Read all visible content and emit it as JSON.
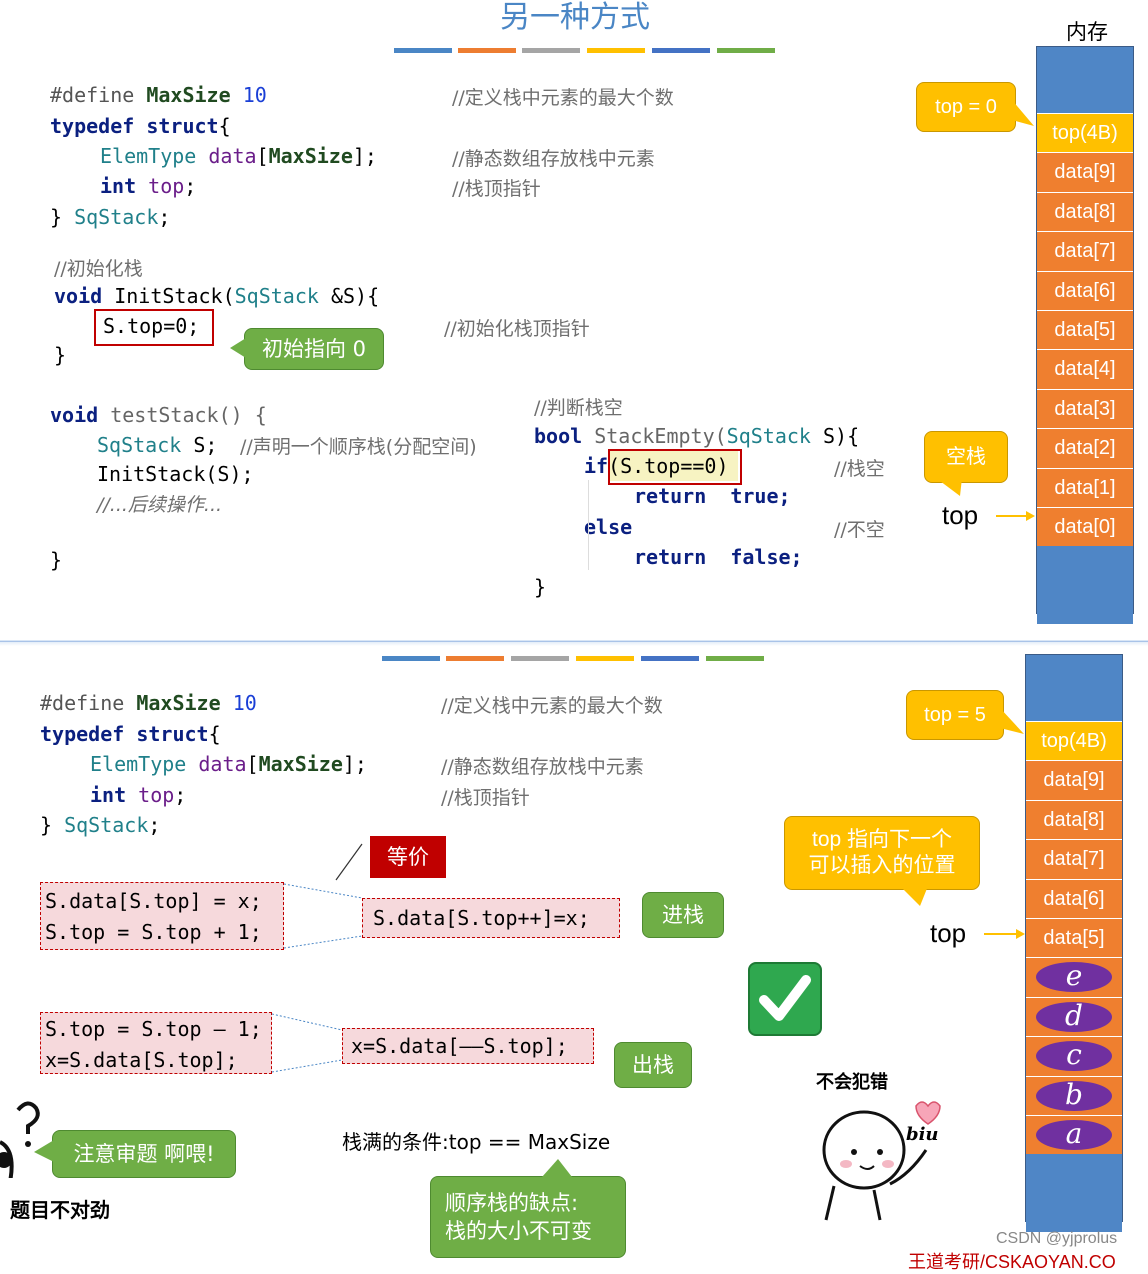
{
  "top_panel": {
    "title": "另一种方式",
    "memory_label": "内存",
    "code": {
      "define": "#define",
      "maxsize": "MaxSize",
      "ten": "10",
      "typedef": "typedef",
      "struct": "struct",
      "brace_open": "{",
      "elemtype": "ElemType",
      "data": "data",
      "bracket_open": "[",
      "bracket_close": "];",
      "int": "int",
      "top": "top",
      "semi": ";",
      "close_sqstack": "} ",
      "sqstack": "SqStack",
      "init_comment": "//初始化栈",
      "void": "void",
      "initstack_sig": " InitStack(",
      "initstack_param": " &S){",
      "stop0": "S.top=0;",
      "close1": "}",
      "test_sig": "testStack() {",
      "decl_s": "S;",
      "decl_comment": "//声明一个顺序栈(分配空间)",
      "initcall": "InitStack(S);",
      "later_ops": "//...后续操作...",
      "close2": "}",
      "judge_comment": "//判断栈空",
      "bool": "bool",
      "stackempty": "StackEmpty(",
      "param_s": " S){",
      "if": "if",
      "cond": "(S.top==0)",
      "return": "return",
      "true": "true;",
      "else": "else",
      "false": "false;",
      "close3": "}"
    },
    "comments": {
      "max_elements": "//定义栈中元素的最大个数",
      "static_array": "//静态数组存放栈中元素",
      "stack_top_ptr": "//栈顶指针",
      "init_top": "//初始化栈顶指针",
      "empty": "//栈空",
      "not_empty": "//不空"
    },
    "callouts": {
      "top_eq": "top = 0",
      "init_points_zero": "初始指向 0",
      "empty_stack": "空栈"
    },
    "top_pointer_label": "top",
    "memory_cells": [
      "top(4B)",
      "data[9]",
      "data[8]",
      "data[7]",
      "data[6]",
      "data[5]",
      "data[4]",
      "data[3]",
      "data[2]",
      "data[1]",
      "data[0]"
    ]
  },
  "bottom_panel": {
    "code": {
      "define": "#define",
      "maxsize": "MaxSize",
      "ten": "10",
      "typedef": "typedef",
      "struct": "struct",
      "elemtype": "ElemType",
      "data": "data",
      "int": "int",
      "top": "top",
      "sqstack": "SqStack"
    },
    "comments": {
      "max_elements": "//定义栈中元素的最大个数",
      "static_array": "//静态数组存放栈中元素",
      "stack_top_ptr": "//栈顶指针"
    },
    "equiv_label": "等价",
    "push_lines": [
      "S.data[S.top] = x;",
      "S.top = S.top + 1;"
    ],
    "push_compact": "S.data[S.top++]=x;",
    "pop_lines": [
      "S.top = S.top – 1;",
      "x=S.data[S.top];"
    ],
    "pop_compact": "x=S.data[––S.top];",
    "callouts": {
      "top_eq": "top = 5",
      "next_insert": "top 指向下一个\n可以插入的位置",
      "push": "进栈",
      "pop": "出栈",
      "check_topic": "注意审题 啊喂!",
      "drawback": "顺序栈的缺点:\n栈的大小不可变"
    },
    "top_pointer_label": "top",
    "stack_full": "栈满的条件:top == MaxSize",
    "no_mistake": "不会犯错",
    "wrong_topic": "题目不对劲",
    "biu": "biu",
    "memory_cells": [
      "top(4B)",
      "data[9]",
      "data[8]",
      "data[7]",
      "data[6]",
      "data[5]"
    ],
    "stack_elements": [
      "e",
      "d",
      "c",
      "b",
      "a"
    ],
    "watermark": "CSDN @yjprolus",
    "footer_partial": "王道考研/CSKAOYAN.CO"
  },
  "colors": {
    "strip": [
      "#4a86c5",
      "#ed7d31",
      "#a5a5a5",
      "#ffc000",
      "#4472c4",
      "#70ad47"
    ],
    "orange_cell": "#ef7f2f",
    "yellow": "#ffc000",
    "green": "#6fae46",
    "purple": "#7030a0",
    "red": "#c00000"
  }
}
